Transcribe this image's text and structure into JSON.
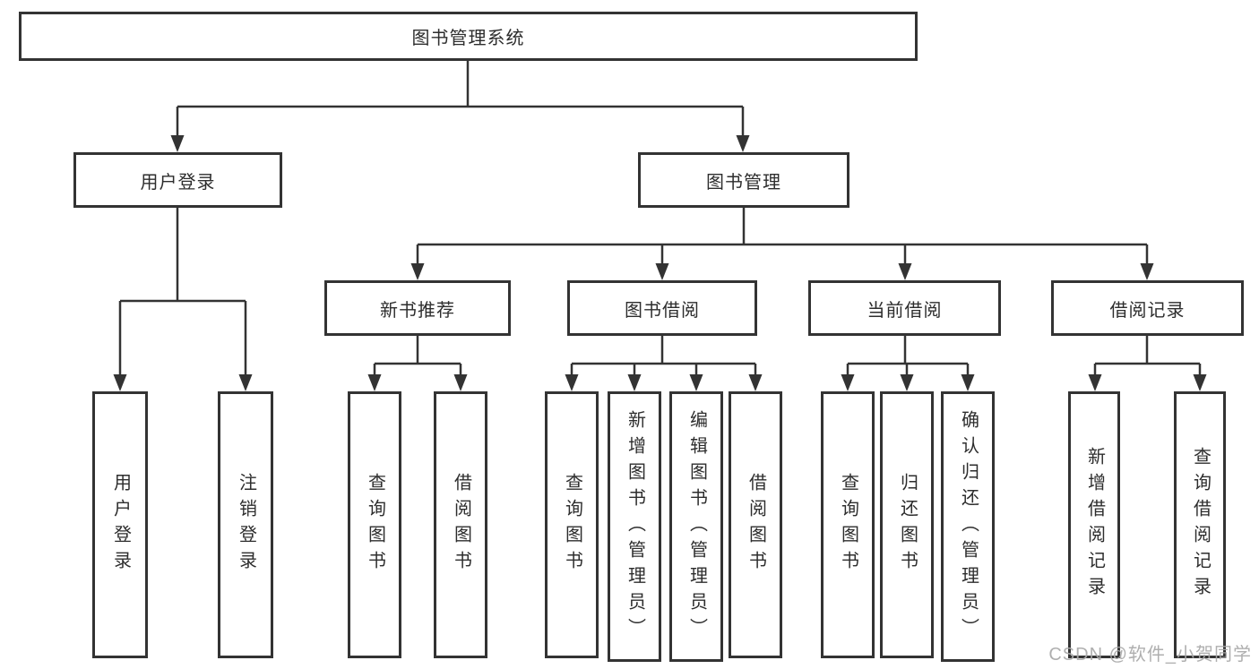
{
  "watermark": {
    "text": "CSDN @软件_小贺同学"
  },
  "tree": {
    "root": "图书管理系统",
    "branches": [
      {
        "label": "用户登录",
        "children": [
          "用户登录",
          "注销登录"
        ]
      },
      {
        "label": "图书管理",
        "groups": [
          {
            "label": "新书推荐",
            "children": [
              "查询图书",
              "借阅图书"
            ]
          },
          {
            "label": "图书借阅",
            "children": [
              "查询图书",
              "新增图书（管理员）",
              "编辑图书（管理员）",
              "借阅图书"
            ]
          },
          {
            "label": "当前借阅",
            "children": [
              "查询图书",
              "归还图书",
              "确认归还（管理员）"
            ]
          },
          {
            "label": "借阅记录",
            "children": [
              "新增借阅记录",
              "查询借阅记录"
            ]
          }
        ]
      }
    ]
  }
}
